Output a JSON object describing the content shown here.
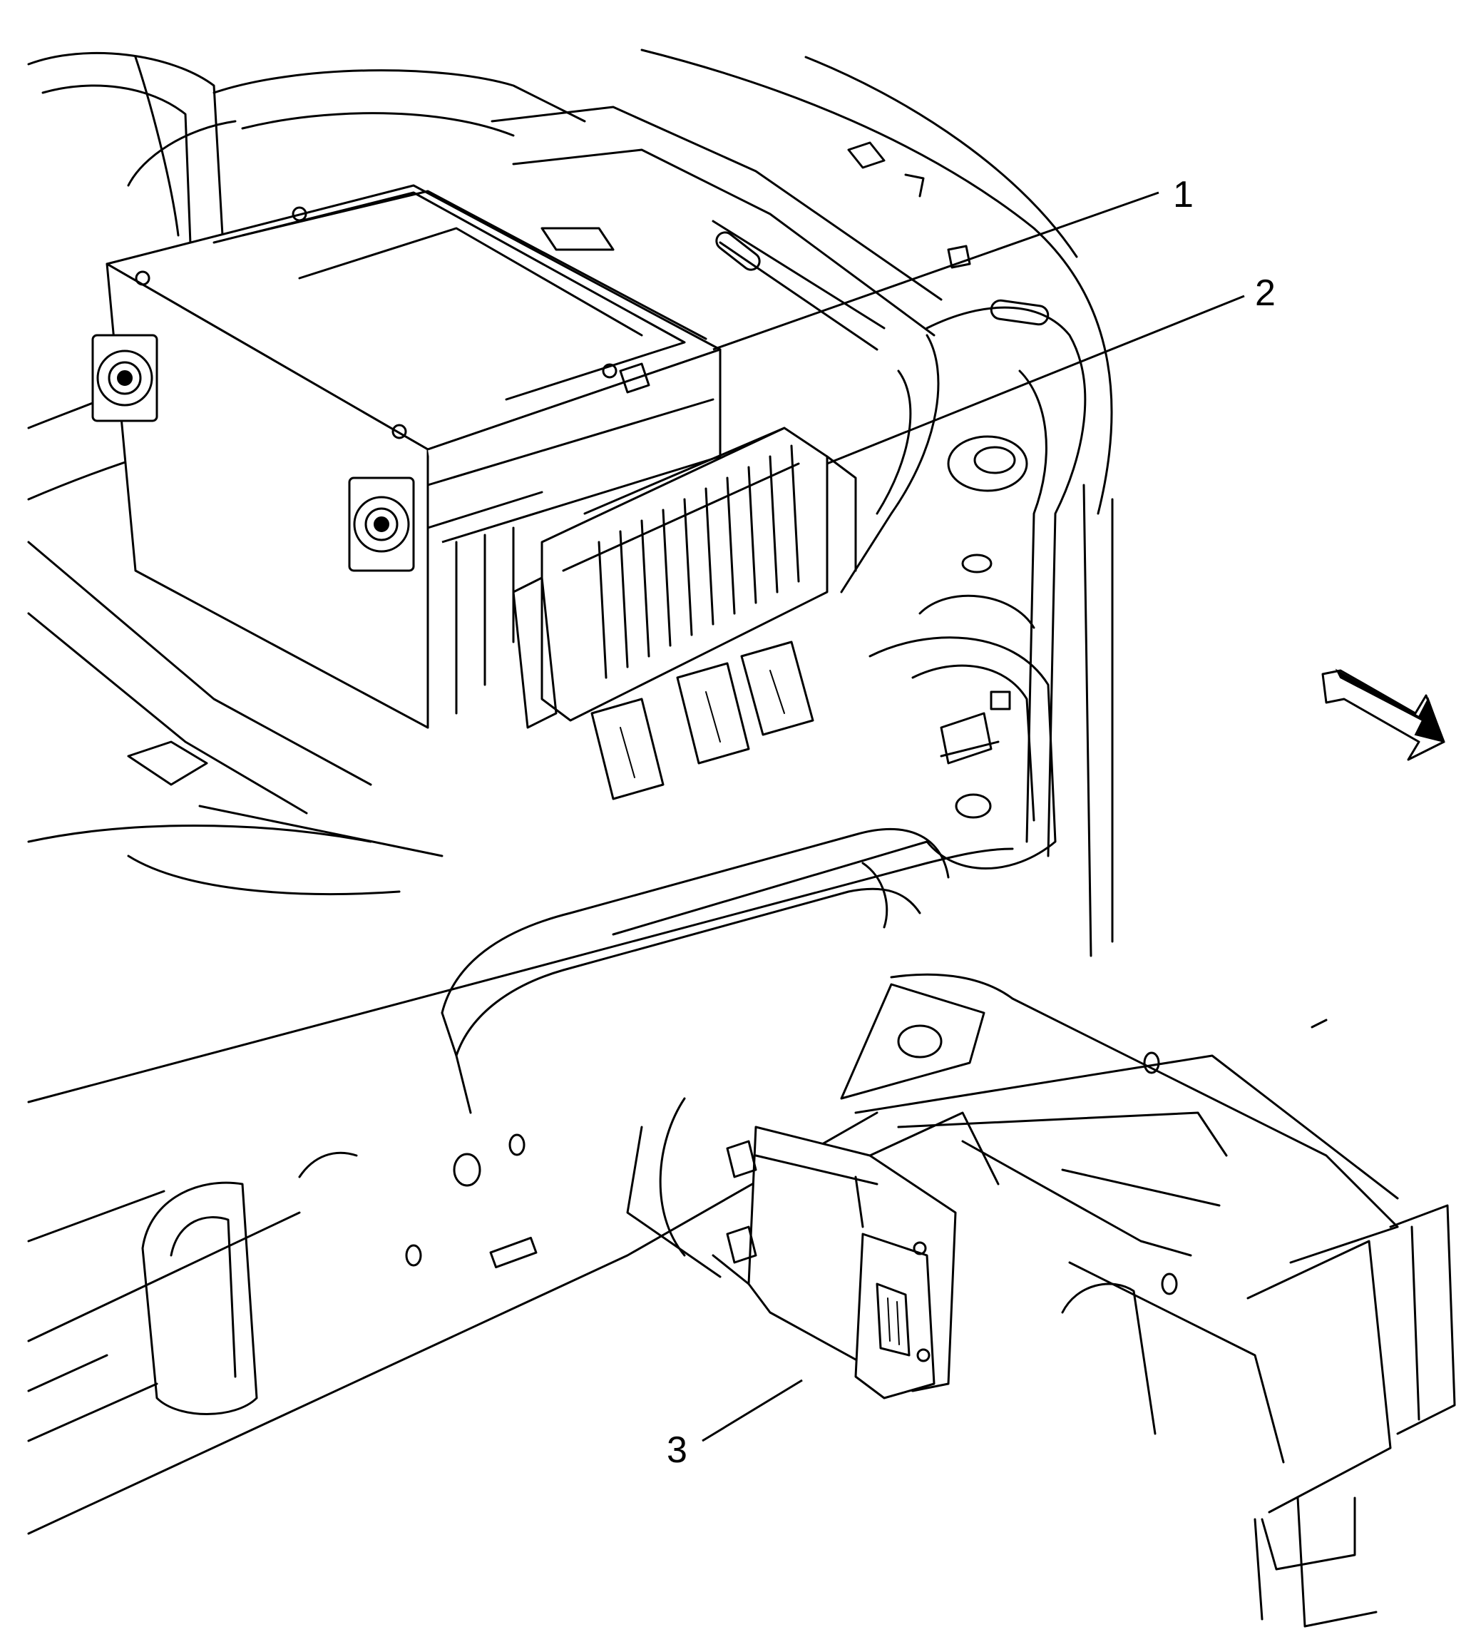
{
  "callouts": {
    "c1": "1",
    "c2": "2",
    "c3": "3"
  },
  "colors": {
    "line": "#000000",
    "background": "#ffffff"
  },
  "icons": {
    "direction": "forward-arrow-icon"
  }
}
